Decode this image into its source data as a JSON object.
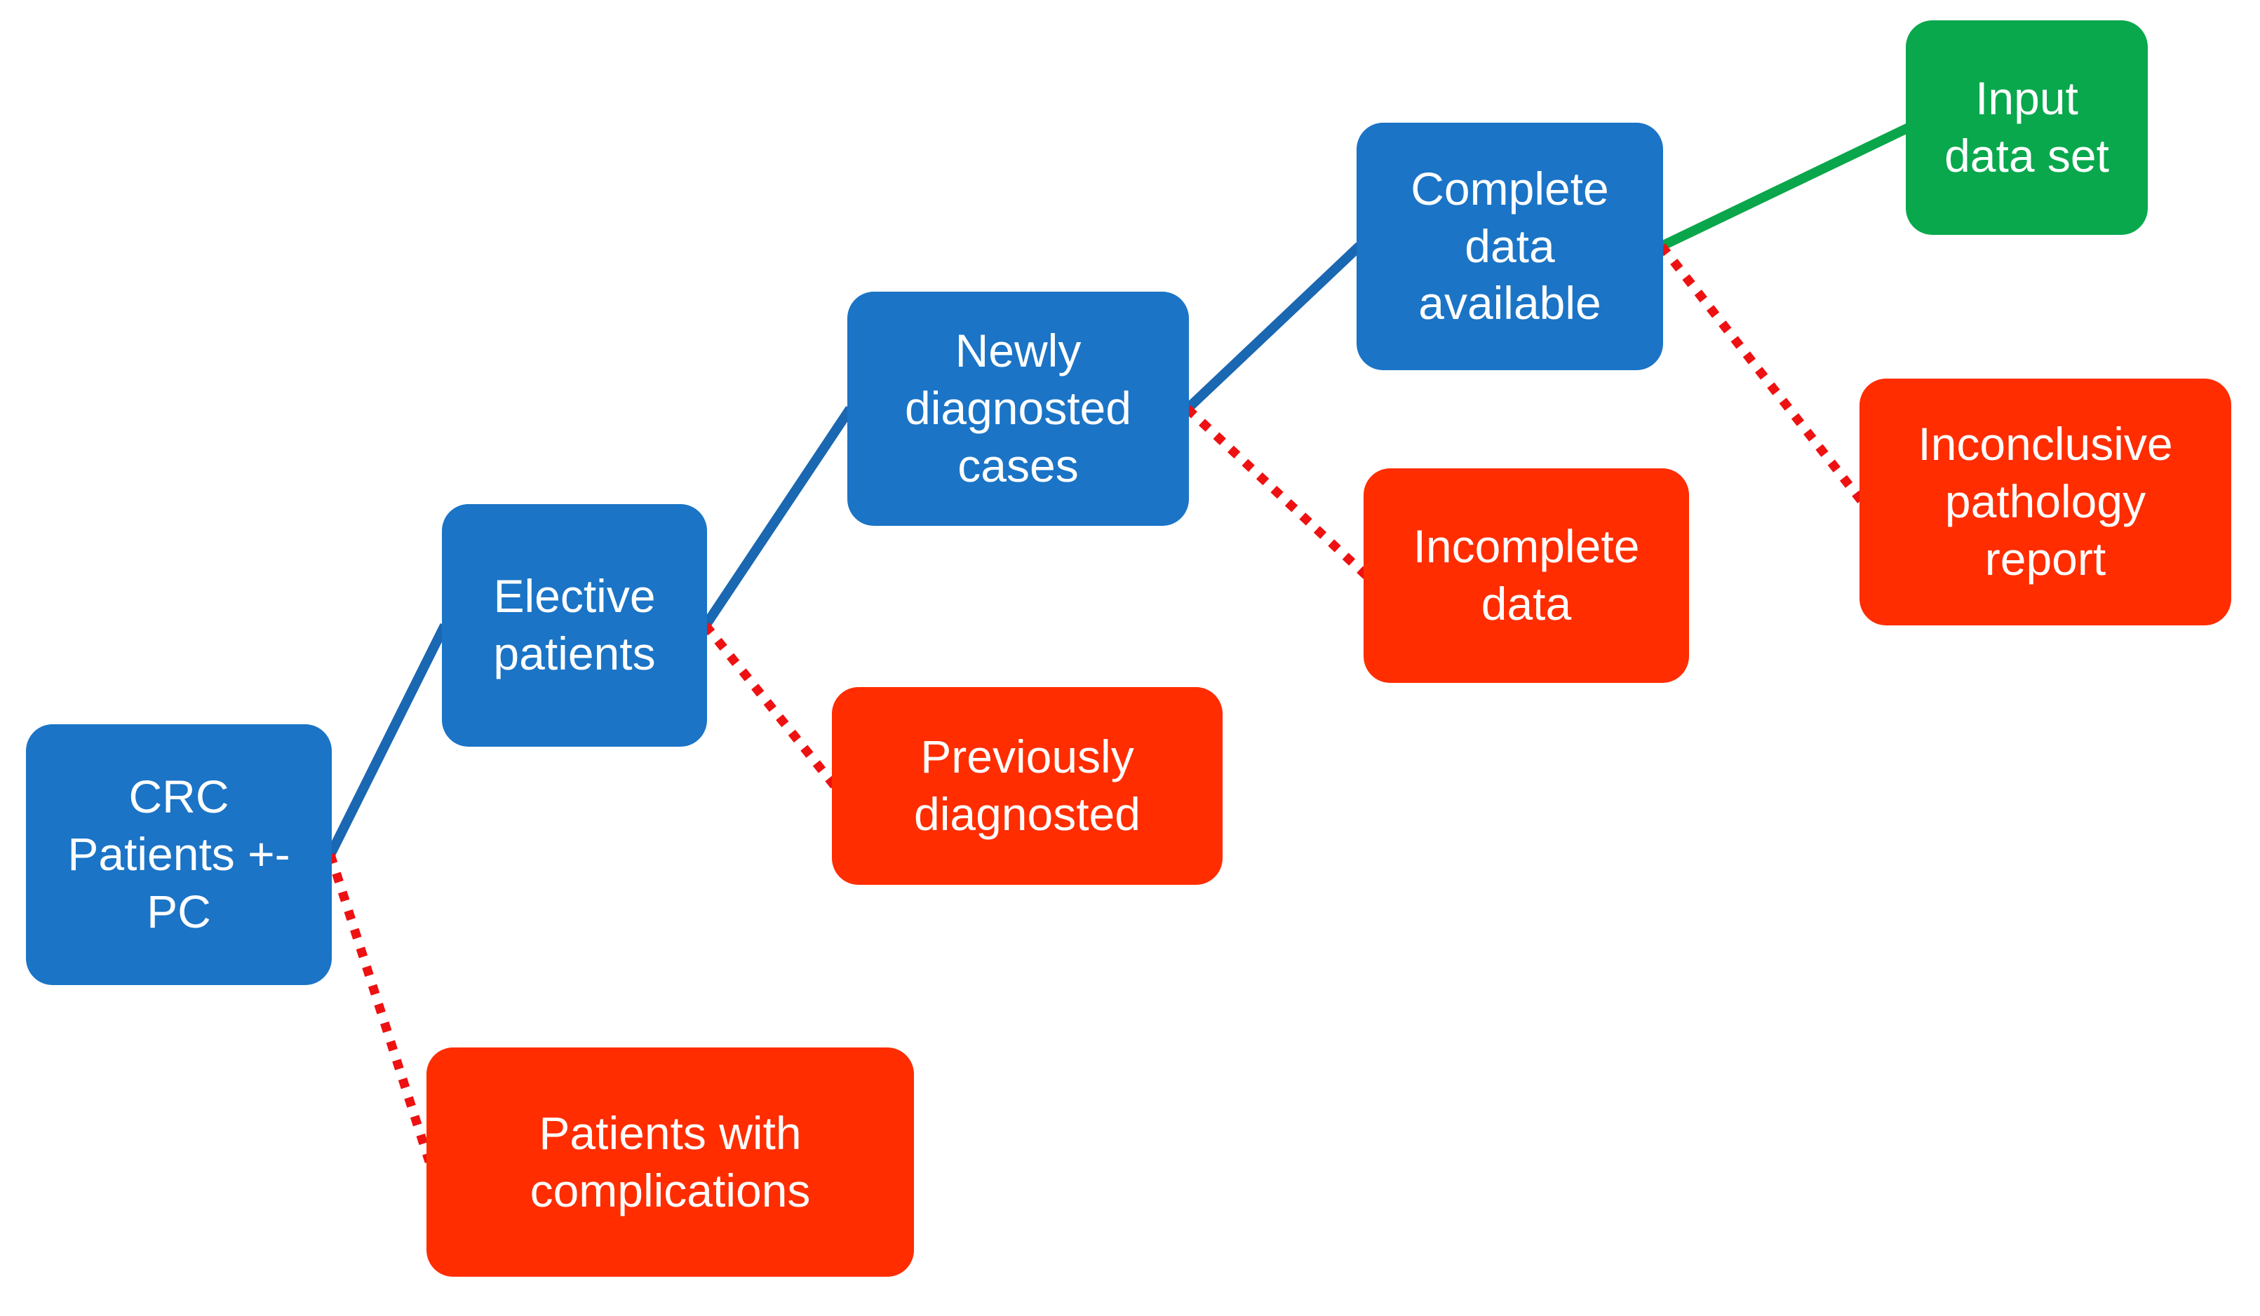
{
  "diagram": {
    "background_color": "#FFFFFF",
    "colors": {
      "node_blue": "#1B74C6",
      "node_red": "#FF2D00",
      "node_green": "#09A84D",
      "text_white": "#FFFFFF",
      "line_blue": "#1A67B2",
      "line_red": "#EE1111",
      "line_green": "#0AA64B"
    },
    "nodes": [
      {
        "id": "crc-patients",
        "label": "CRC\nPatients +-\nPC",
        "type": "blue"
      },
      {
        "id": "elective",
        "label": "Elective\npatients",
        "type": "blue"
      },
      {
        "id": "newly",
        "label": "Newly\ndiagnosted\ncases",
        "type": "blue"
      },
      {
        "id": "complete-data",
        "label": "Complete\ndata\navailable",
        "type": "blue"
      },
      {
        "id": "input-data-set",
        "label": "Input\ndata set",
        "type": "green"
      },
      {
        "id": "inconclusive",
        "label": "Inconclusive\npathology\nreport",
        "type": "red"
      },
      {
        "id": "incomplete",
        "label": "Incomplete\ndata",
        "type": "red"
      },
      {
        "id": "previously",
        "label": "Previously\ndiagnosted",
        "type": "red"
      },
      {
        "id": "complications",
        "label": "Patients with\ncomplications",
        "type": "red"
      }
    ],
    "edges": [
      {
        "from": "crc-patients",
        "to": "elective",
        "style": "solid",
        "color": "blue"
      },
      {
        "from": "crc-patients",
        "to": "complications",
        "style": "dotted",
        "color": "red"
      },
      {
        "from": "elective",
        "to": "newly",
        "style": "solid",
        "color": "blue"
      },
      {
        "from": "elective",
        "to": "previously",
        "style": "dotted",
        "color": "red"
      },
      {
        "from": "newly",
        "to": "complete-data",
        "style": "solid",
        "color": "blue"
      },
      {
        "from": "newly",
        "to": "incomplete",
        "style": "dotted",
        "color": "red"
      },
      {
        "from": "complete-data",
        "to": "input-data-set",
        "style": "solid",
        "color": "green"
      },
      {
        "from": "complete-data",
        "to": "inconclusive",
        "style": "dotted",
        "color": "red"
      }
    ]
  }
}
